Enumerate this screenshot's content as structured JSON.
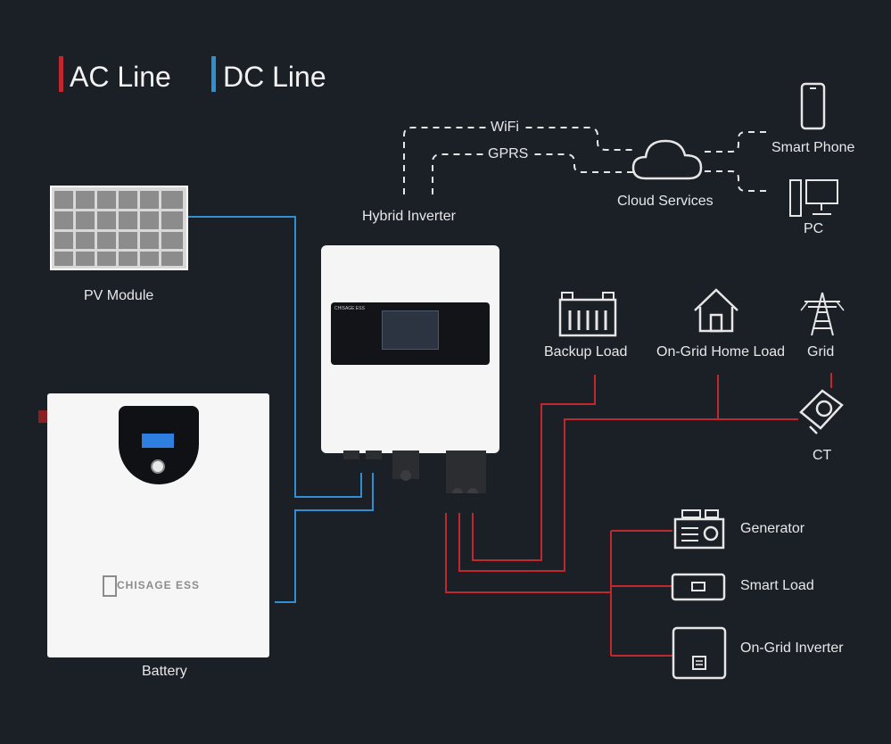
{
  "legend": {
    "ac_label": "AC Line",
    "dc_label": "DC Line",
    "ac_color": "#c0282d",
    "dc_color": "#2f8fd0"
  },
  "comms": {
    "wifi": "WiFi",
    "gprs": "GPRS"
  },
  "nodes": {
    "pv_module": "PV Module",
    "battery": "Battery",
    "hybrid_inverter": "Hybrid Inverter",
    "cloud_services": "Cloud Services",
    "smart_phone": "Smart Phone",
    "pc": "PC",
    "backup_load": "Backup Load",
    "on_grid_home_load": "On-Grid Home Load",
    "grid": "Grid",
    "ct": "CT",
    "generator": "Generator",
    "smart_load": "Smart Load",
    "on_grid_inverter": "On-Grid Inverter"
  },
  "device_text": {
    "battery_brand": "CHISAGE ESS",
    "inverter_brand": "CHISAGE ESS"
  }
}
